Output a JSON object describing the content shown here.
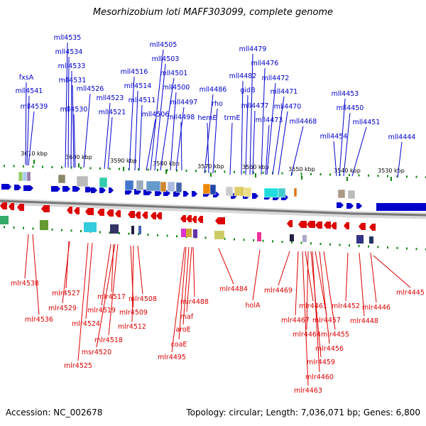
{
  "title": "Mesorhizobium loti MAFF303099, complete genome",
  "footer": {
    "accession": "Accession: NC_002678",
    "summary": "Topology: circular; Length: 7,036,071 bp; Genes: 6,800"
  },
  "colors": {
    "forward": "#0000cc",
    "reverse": "#dd0000",
    "tick": "#118811",
    "backbone": "#888888"
  },
  "scale_labels": [
    "3610 kbp",
    "3600 kbp",
    "3590 kbp",
    "3580 kbp",
    "3570 kbp",
    "3560 kbp",
    "3550 kbp",
    "3540 kbp",
    "3530 kbp"
  ],
  "top_genes": [
    "fxsA",
    "mll4541",
    "mll4539",
    "mll4535",
    "mll4534",
    "mll4533",
    "mll4531",
    "mll4530",
    "mll4526",
    "mll4523",
    "mll4521",
    "mll4516",
    "mll4514",
    "mll4511",
    "mll4506",
    "mll4505",
    "mll4503",
    "mll4501",
    "mll4500",
    "mll4497",
    "mll4498",
    "mll4486",
    "rho",
    "hemE",
    "trmE",
    "mll4482",
    "gidB",
    "mll4479",
    "mll4476",
    "mll4477",
    "mll4472",
    "mll4471",
    "mll4473",
    "mll4470",
    "mll4468",
    "mll4453",
    "mll4450",
    "mll4454",
    "mll4451",
    "mll4444"
  ],
  "bottom_genes": [
    "mlr4538",
    "mlr4536",
    "mlr4527",
    "mlr4529",
    "mlr4524",
    "mlr4525",
    "mlr4517",
    "mlr4519",
    "mlr4518",
    "msr4520",
    "mlr4508",
    "mlr4509",
    "mlr4512",
    "mlr4488",
    "maf",
    "aroE",
    "coaE",
    "mlr4495",
    "mlr4484",
    "holA",
    "mlr4469",
    "mlr4467",
    "mlr4461",
    "mlr4464",
    "mlr4457",
    "mlr4455",
    "mlr4456",
    "mlr4459",
    "mlr4460",
    "mlr4463",
    "mlr4452",
    "mlr4446",
    "mlr4448",
    "mlr4445"
  ]
}
